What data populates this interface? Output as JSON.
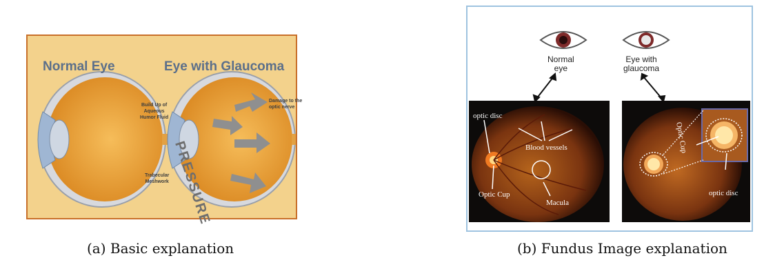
{
  "figure_a": {
    "title_normal": "Normal Eye",
    "title_glaucoma": "Eye with Glaucoma",
    "label_buildup": "Build Up of\nAqueous\nHumor Fluid",
    "label_trabecular": "Trabecular\nMeshwork",
    "label_damage": "Damage to the\noptic nerve",
    "pressure_text": "PRESSURE",
    "caption": "(a) Basic explanation"
  },
  "figure_b": {
    "label_normal_eye": "Normal\neye",
    "label_eye_glaucoma": "Eye with\nglaucoma",
    "left_optic_disc": "optic disc",
    "left_blood_vessels": "Blood vessels",
    "left_optic_cup": "Optic Cup",
    "left_macula": "Macula",
    "right_optic_cup": "Optic Cup",
    "right_optic_disc": "optic disc",
    "caption": "(b) Fundus Image explanation"
  },
  "colors": {
    "panel_a_bg": "#f3d28c",
    "panel_a_border": "#c86f2a",
    "title_blue": "#5b6f8a",
    "eye_orange": "#e8a23a",
    "fundus_bg": "#0d0b0a",
    "panel_b_border": "#9ec3e0"
  }
}
